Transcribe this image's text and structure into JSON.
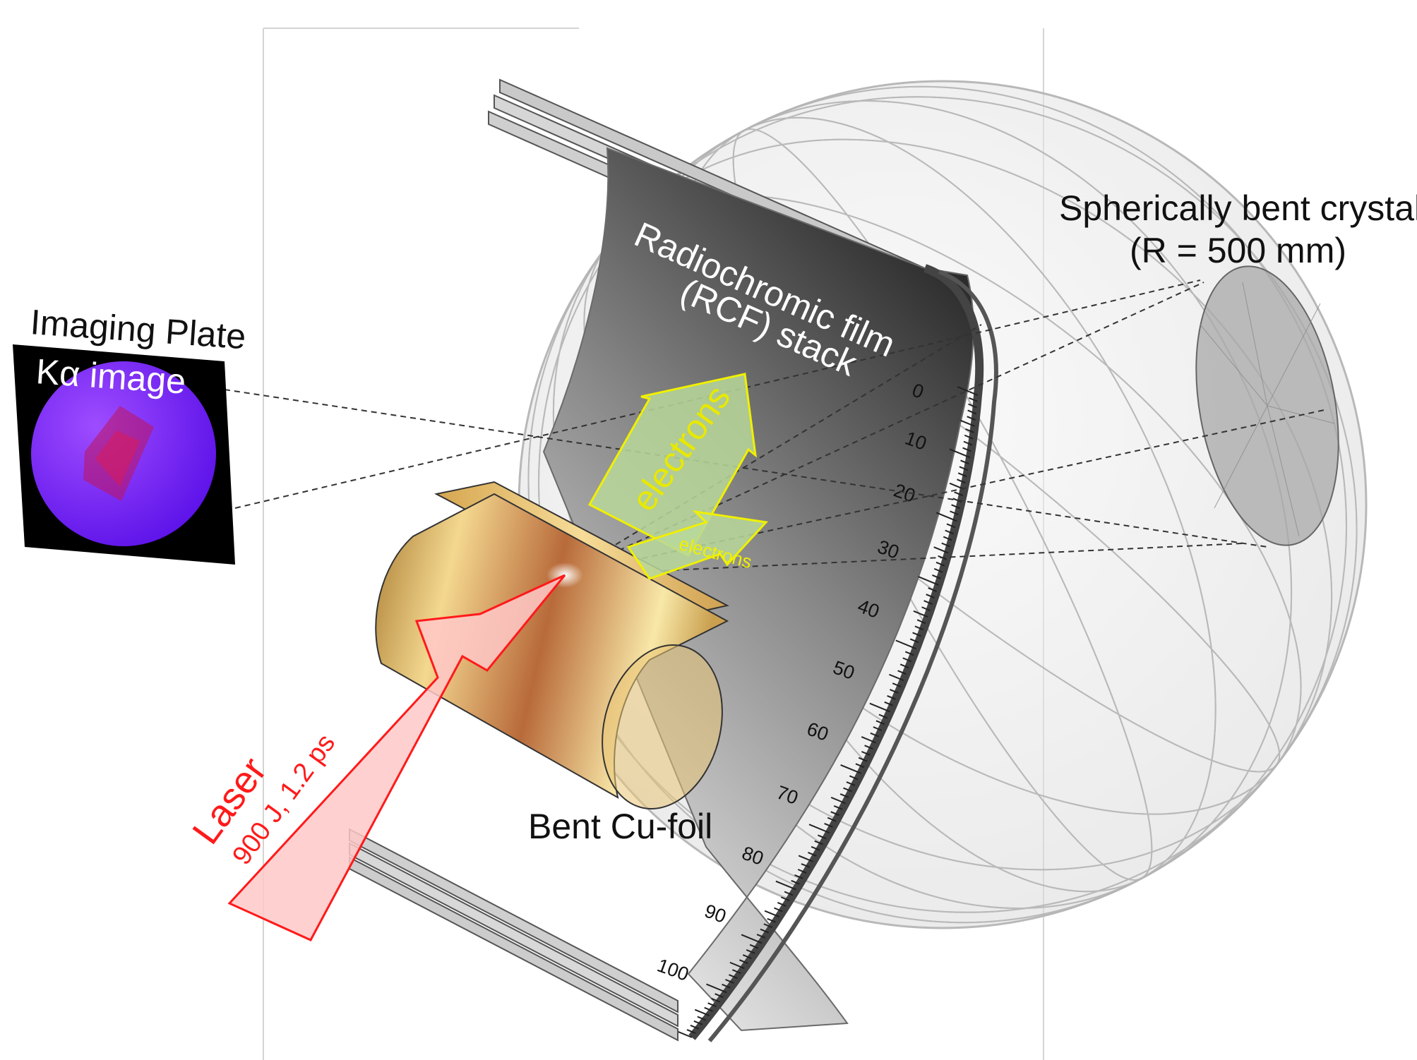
{
  "labels": {
    "imaging_plate": "Imaging Plate",
    "kalpha_image": "Kα image",
    "rcf_line1": "Radiochromic film",
    "rcf_line2": "(RCF) stack",
    "crystal_line1": "Spherically bent crystal",
    "crystal_line2": "(R = 500 mm)",
    "electrons_large": "electrons",
    "electrons_small": "electrons",
    "laser_title": "Laser",
    "laser_params": "900 J, 1.2 ps",
    "cu_foil": "Bent Cu-foil"
  },
  "angle_scale": [
    "0",
    "10",
    "20",
    "30",
    "40",
    "50",
    "60",
    "70",
    "80",
    "90",
    "100"
  ],
  "colors": {
    "laser": "#ff1a1a",
    "laser_fill": "#ffc8c8",
    "electron_arrow_outline": "#f0f000",
    "electron_arrow_fill": "#b8d89a",
    "imaging_plate_disc": "#7a1cff",
    "cu_foil": "#e8c070"
  }
}
